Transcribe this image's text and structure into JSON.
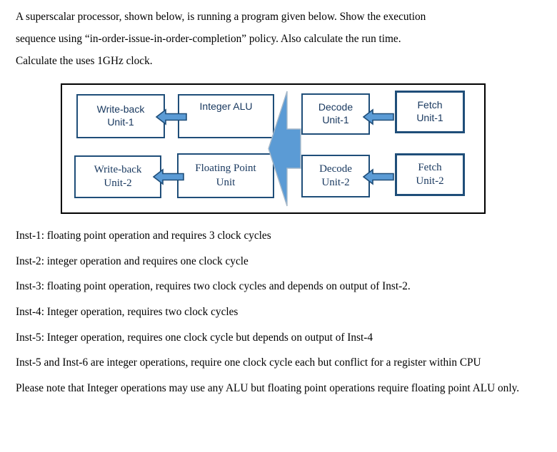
{
  "intro": {
    "line1": "A superscalar processor, shown below, is running a program given below. Show the execution",
    "line2": "sequence using “in-order-issue-in-order-completion” policy. Also calculate the run time.",
    "line3": "Calculate the uses 1GHz clock."
  },
  "diagram": {
    "boxes": {
      "write_back_1": "Write-back\nUnit-1",
      "integer_alu": "Integer ALU",
      "decode_1": "Decode\nUnit-1",
      "fetch_1": "Fetch\nUnit-1",
      "write_back_2": "Write-back\nUnit-2",
      "floating_point_unit": "Floating Point\nUnit",
      "decode_2": "Decode\nUnit-2",
      "fetch_2": "Fetch\nUnit-2"
    },
    "arrow_labels": {
      "integer_alu_to_write_back_1": "left-arrow",
      "decode_1_to_integer_alu": "left-arrow",
      "floating_point_unit_to_write_back_2": "left-arrow",
      "decode_2_to_floating_point_unit": "left-arrow",
      "dispatch_big_arrow": "big-left-arrow"
    },
    "colors": {
      "box_border": "#1F4E79",
      "box_text": "#17375E",
      "arrow_fill": "#5B9BD5",
      "arrow_outline": "#1F4E79",
      "frame_border": "#000000"
    }
  },
  "instructions": [
    "Inst-1: floating point operation and requires 3 clock cycles",
    "Inst-2: integer operation and requires one clock cycle",
    "Inst-3: floating point operation, requires two clock cycles and depends on output of Inst-2.",
    "Inst-4: Integer operation, requires two clock cycles",
    "Inst-5: Integer operation, requires one clock cycle but depends on output of Inst-4",
    "Inst-5 and Inst-6 are integer operations, require one clock cycle each but conflict for a register within CPU",
    "Please note that Integer operations may use any ALU but floating point operations require floating point ALU only."
  ]
}
